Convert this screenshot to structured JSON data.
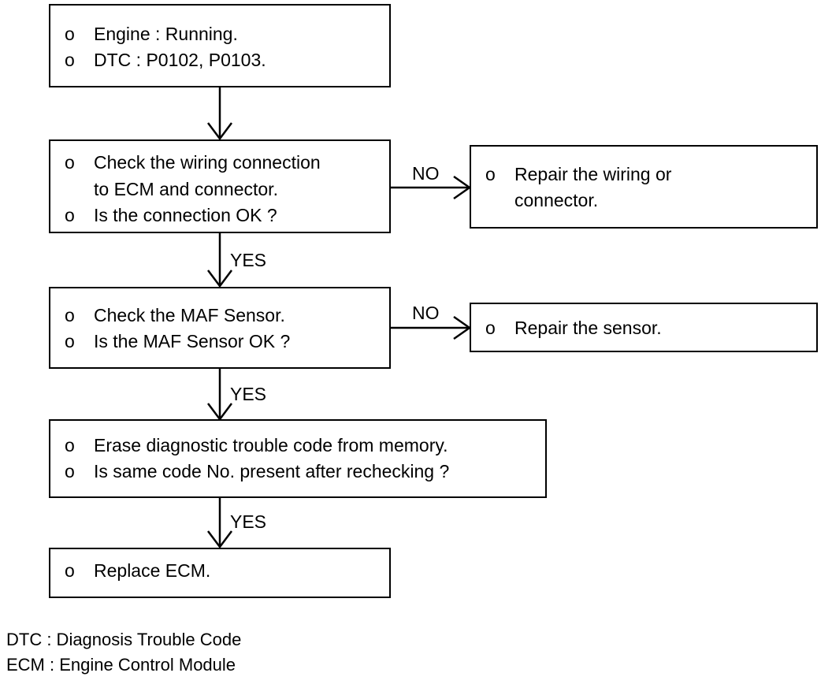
{
  "boxes": {
    "start": {
      "bullet": "o",
      "lines": [
        "Engine : Running.",
        "DTC : P0102, P0103."
      ]
    },
    "check_wiring": {
      "bullet": "o",
      "lines": [
        "Check the wiring connection",
        "to ECM and connector.",
        "Is the connection OK ?"
      ]
    },
    "repair_wiring": {
      "bullet": "o",
      "lines": [
        "Repair the wiring or",
        "connector."
      ]
    },
    "check_maf": {
      "bullet": "o",
      "lines": [
        "Check the MAF Sensor.",
        "Is the MAF Sensor OK ?"
      ]
    },
    "repair_sensor": {
      "bullet": "o",
      "lines": [
        "Repair the sensor."
      ]
    },
    "erase_dtc": {
      "bullet": "o",
      "lines": [
        "Erase diagnostic trouble code from memory.",
        "Is same code No. present after rechecking ?"
      ]
    },
    "replace_ecm": {
      "bullet": "o",
      "lines": [
        "Replace ECM."
      ]
    }
  },
  "edge_labels": {
    "no_1": "NO",
    "yes_1": "YES",
    "no_2": "NO",
    "yes_2": "YES",
    "yes_3": "YES"
  },
  "legend": [
    "DTC : Diagnosis Trouble Code",
    "ECM : Engine Control Module"
  ]
}
